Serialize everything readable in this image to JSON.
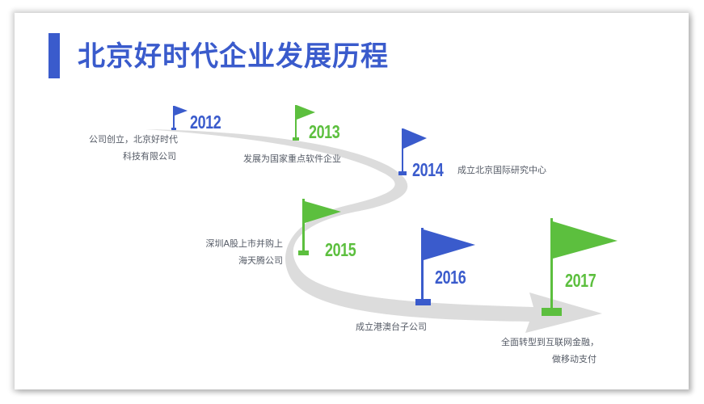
{
  "title": "北京好时代企业发展历程",
  "colors": {
    "blue": "#3a5bcc",
    "green": "#5cbf3e",
    "road": "#dcdcdc",
    "text": "#555b66"
  },
  "milestones": [
    {
      "year": "2012",
      "color": "blue",
      "lines": [
        "公司创立，北京好时代",
        "科技有限公司"
      ]
    },
    {
      "year": "2013",
      "color": "green",
      "lines": [
        "发展为国家重点软件企业"
      ]
    },
    {
      "year": "2014",
      "color": "blue",
      "lines": [
        "成立北京国际研究中心"
      ]
    },
    {
      "year": "2015",
      "color": "green",
      "lines": [
        "深圳A股上市并购上",
        "海天腾公司"
      ]
    },
    {
      "year": "2016",
      "color": "blue",
      "lines": [
        "成立港澳台子公司"
      ]
    },
    {
      "year": "2017",
      "color": "green",
      "lines": [
        "全面转型到互联网金融，",
        "做移动支付"
      ]
    }
  ],
  "icons": {
    "flag": "flag-icon",
    "road": "road-arrow"
  }
}
